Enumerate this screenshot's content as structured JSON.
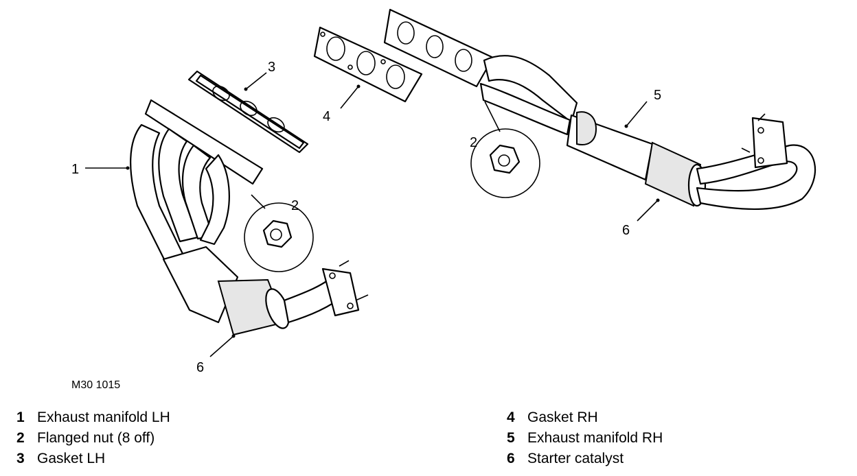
{
  "diagram": {
    "figure_ref": "M30 1015",
    "callouts": [
      "1",
      "2",
      "3",
      "4",
      "5",
      "2",
      "6",
      "6"
    ]
  },
  "legend": {
    "left": [
      {
        "num": "1",
        "label": "Exhaust manifold LH"
      },
      {
        "num": "2",
        "label": "Flanged nut (8 off)"
      },
      {
        "num": "3",
        "label": "Gasket LH"
      }
    ],
    "right": [
      {
        "num": "4",
        "label": "Gasket RH"
      },
      {
        "num": "5",
        "label": "Exhaust manifold RH"
      },
      {
        "num": "6",
        "label": "Starter catalyst"
      }
    ]
  }
}
